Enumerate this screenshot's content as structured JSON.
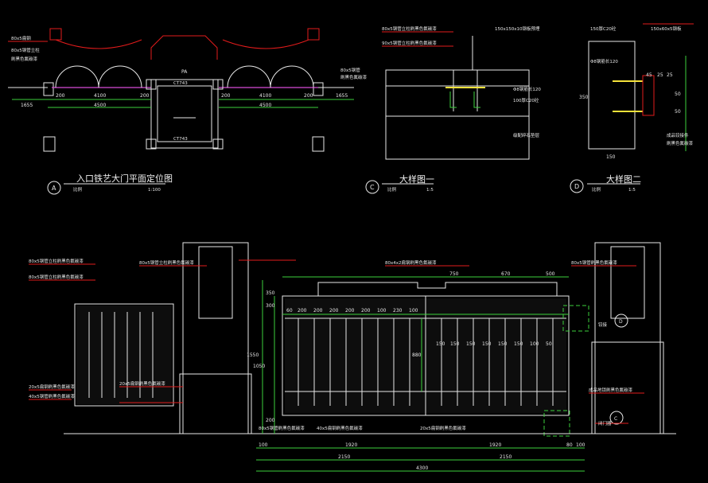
{
  "drawings": {
    "plan_a": {
      "circle_label": "A",
      "title": "入口铁艺大门平面定位图",
      "scale_label": "比例",
      "scale_value": "1:100",
      "center_label": "PA",
      "notes": [
        "80x5扁钢",
        "80x5钢管立柱",
        "刷黑色氟碳漆",
        "80x5钢管",
        "刷黑色氟碳漆"
      ],
      "dims": [
        "200",
        "4100",
        "200",
        "200",
        "4100",
        "200",
        "4500",
        "4500",
        "1655",
        "1655"
      ],
      "inner_tags": [
        "CT743",
        "CT743"
      ]
    },
    "detail_c": {
      "circle_label": "C",
      "title": "大样图一",
      "scale_label": "比例",
      "scale_value": "1:5",
      "notes": [
        "80x5钢管立柱刷黑色氟碳漆",
        "90x5钢管立柱刷黑色氟碳漆",
        "150x150x10钢板预埋",
        "Φ8钢筋长120",
        "100厚C20砼",
        "级配碎石垫层"
      ]
    },
    "detail_d": {
      "circle_label": "D",
      "title": "大样图二",
      "scale_label": "比例",
      "scale_value": "1:5",
      "notes": [
        "150厚C20砼",
        "Φ8钢筋长120",
        "150x60x5钢板",
        "成品铰接件",
        "刷黑色氟碳漆"
      ],
      "dims": [
        "45",
        "25",
        "25",
        "50",
        "50",
        "350",
        "150"
      ]
    },
    "elevation": {
      "notes_left": [
        "80x5钢管立柱刷黑色氟碳漆",
        "80x5钢管立柱刷黑色氟碳漆",
        "20x5扁钢刷黑色氟碳漆",
        "40x5钢管刷黑色氟碳漆",
        "20x5扁钢刷黑色氟碳漆"
      ],
      "notes_top": [
        "80x5钢管立柱刷黑色氟碳漆",
        "80x4x2扁钢刷黑色氟碳漆",
        "80x5钢管刷黑色氟碳漆"
      ],
      "notes_right": [
        "铰接",
        "闭门器",
        "成品地锁刷黑色氟碳漆"
      ],
      "notes_bottom": [
        "80x5钢管刷黑色氟碳漆",
        "40x5扁钢刷黑色氟碳漆",
        "20x5扁钢刷黑色氟碳漆"
      ],
      "tags": [
        "D",
        "C"
      ],
      "dims_top": [
        "750",
        "670",
        "500"
      ],
      "dims_bars": [
        "60",
        "200",
        "200",
        "200",
        "200",
        "200",
        "100",
        "230",
        "100",
        "150",
        "150",
        "150",
        "150",
        "150",
        "150",
        "100",
        "50"
      ],
      "dims_heights": [
        "1550",
        "1050",
        "880",
        "350",
        "300",
        "200"
      ],
      "dims_bottom": [
        "1920",
        "1920",
        "2150",
        "2150",
        "4300",
        "100",
        "80",
        "100"
      ]
    }
  }
}
